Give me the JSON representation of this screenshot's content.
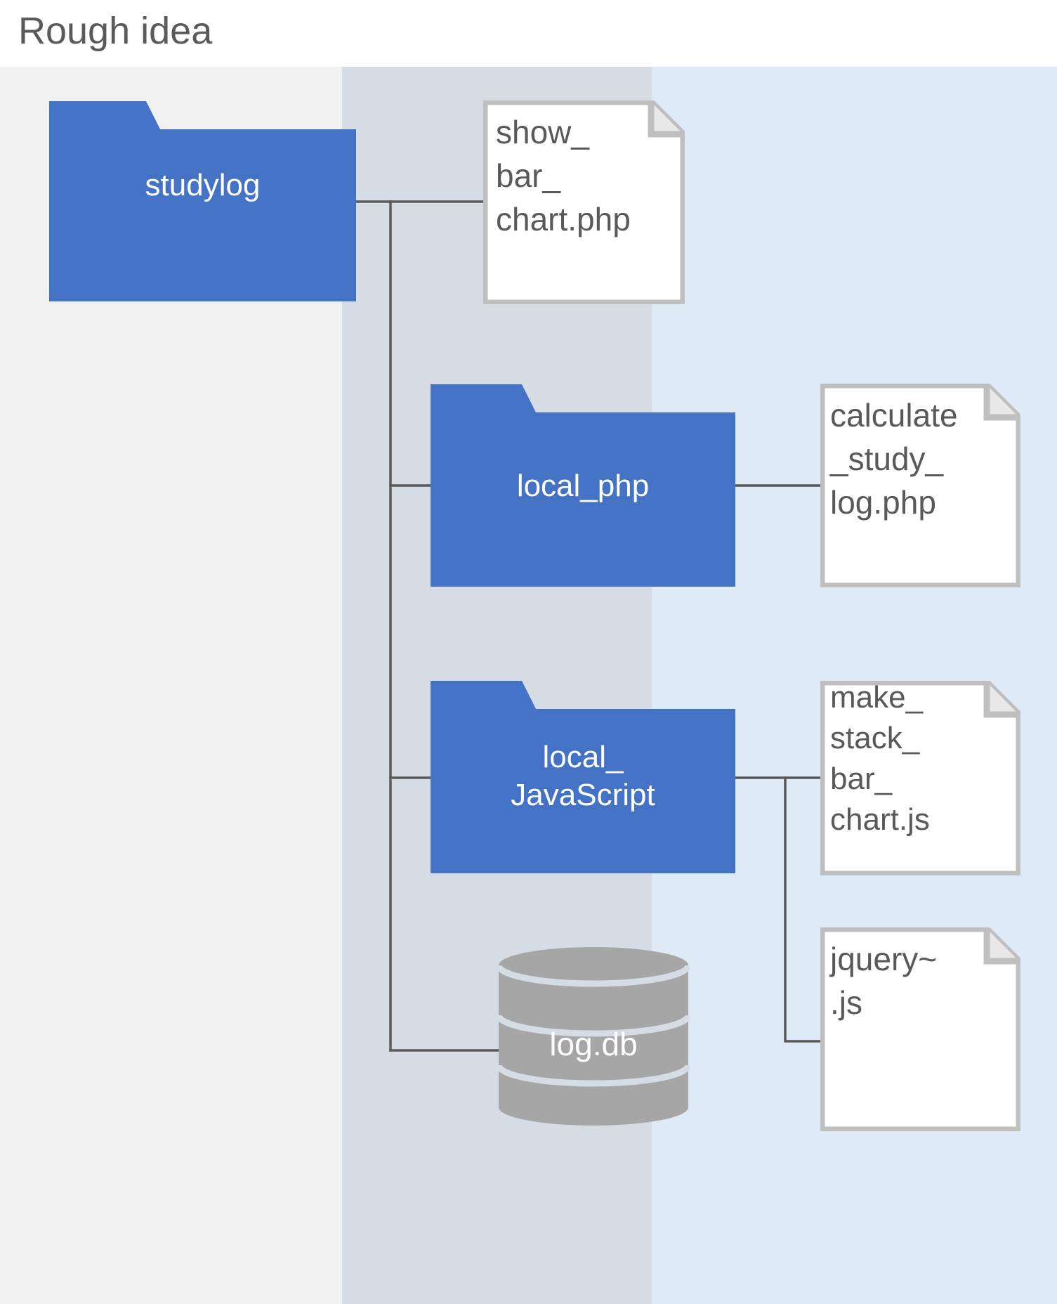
{
  "header": {
    "title": "Rough idea"
  },
  "colors": {
    "band_left": "#F0F0F0",
    "band_mid": "#D6DCE4",
    "band_right": "#DEEAF6",
    "folder_fill": "#4472C4",
    "doc_fill": "#FFFFFF",
    "doc_border": "#BFBFBF",
    "db_fill": "#A6A6A6",
    "connector": "#595959",
    "title_text": "#5A5A5A",
    "doc_text": "#595959",
    "folder_text": "#FFFFFF"
  },
  "nodes": {
    "studylog": {
      "label": "studylog",
      "type": "folder"
    },
    "show_bar_chart": {
      "label": "show_\nbar_\nchart.php",
      "type": "document"
    },
    "local_php": {
      "label": "local_php",
      "type": "folder"
    },
    "calculate_study_log": {
      "label": "calculate\n_study_\nlog.php",
      "type": "document"
    },
    "local_javascript": {
      "label": "local_\nJavaScript",
      "type": "folder"
    },
    "make_stack_bar_chart": {
      "label": "make_\nstack_\nbar_\nchart.js",
      "type": "document"
    },
    "jquery": {
      "label": "jquery~\n.js",
      "type": "document"
    },
    "log_db": {
      "label": "log.db",
      "type": "database"
    }
  },
  "edges": [
    {
      "from": "studylog",
      "to": "show_bar_chart"
    },
    {
      "from": "studylog",
      "to": "local_php"
    },
    {
      "from": "studylog",
      "to": "local_javascript"
    },
    {
      "from": "studylog",
      "to": "log_db"
    },
    {
      "from": "local_php",
      "to": "calculate_study_log"
    },
    {
      "from": "local_javascript",
      "to": "make_stack_bar_chart"
    },
    {
      "from": "local_javascript",
      "to": "jquery"
    }
  ]
}
